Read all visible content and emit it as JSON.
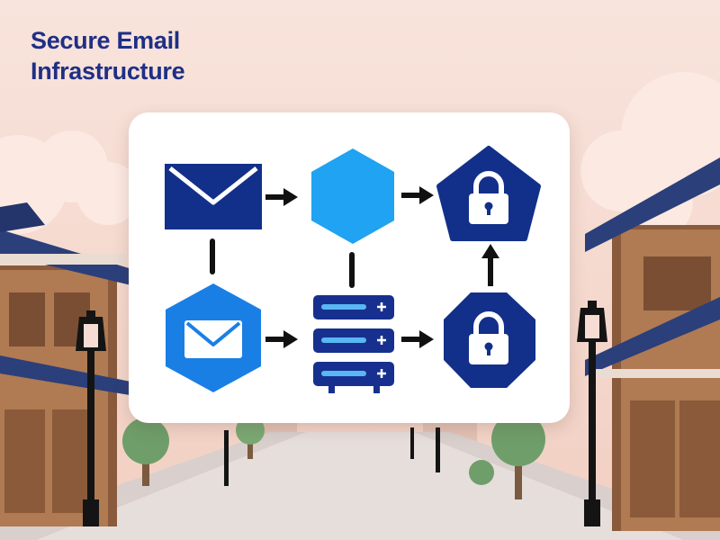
{
  "title": "Secure Email Infrastructure",
  "colors": {
    "navy": "#12308a",
    "sky": "#1fa3f2",
    "blue": "#1a7fe5",
    "server": "#17308f",
    "arrow": "#111111",
    "background": "#f6dcd2"
  },
  "diagram": {
    "nodes": [
      {
        "id": "email",
        "icon": "envelope-icon"
      },
      {
        "id": "gateway",
        "icon": "hexagon-icon"
      },
      {
        "id": "encrypted-store",
        "icon": "pentagon-lock-icon"
      },
      {
        "id": "client",
        "icon": "hexagon-envelope-icon"
      },
      {
        "id": "server",
        "icon": "server-rack-icon"
      },
      {
        "id": "secure-vault",
        "icon": "octagon-lock-icon"
      }
    ],
    "edges": [
      {
        "from": "email",
        "to": "gateway",
        "style": "arrow"
      },
      {
        "from": "gateway",
        "to": "encrypted-store",
        "style": "arrow"
      },
      {
        "from": "client",
        "to": "server",
        "style": "arrow"
      },
      {
        "from": "server",
        "to": "secure-vault",
        "style": "arrow"
      },
      {
        "from": "secure-vault",
        "to": "encrypted-store",
        "style": "arrow"
      },
      {
        "from": "email",
        "to": "client",
        "style": "line"
      },
      {
        "from": "gateway",
        "to": "server",
        "style": "line"
      }
    ]
  }
}
